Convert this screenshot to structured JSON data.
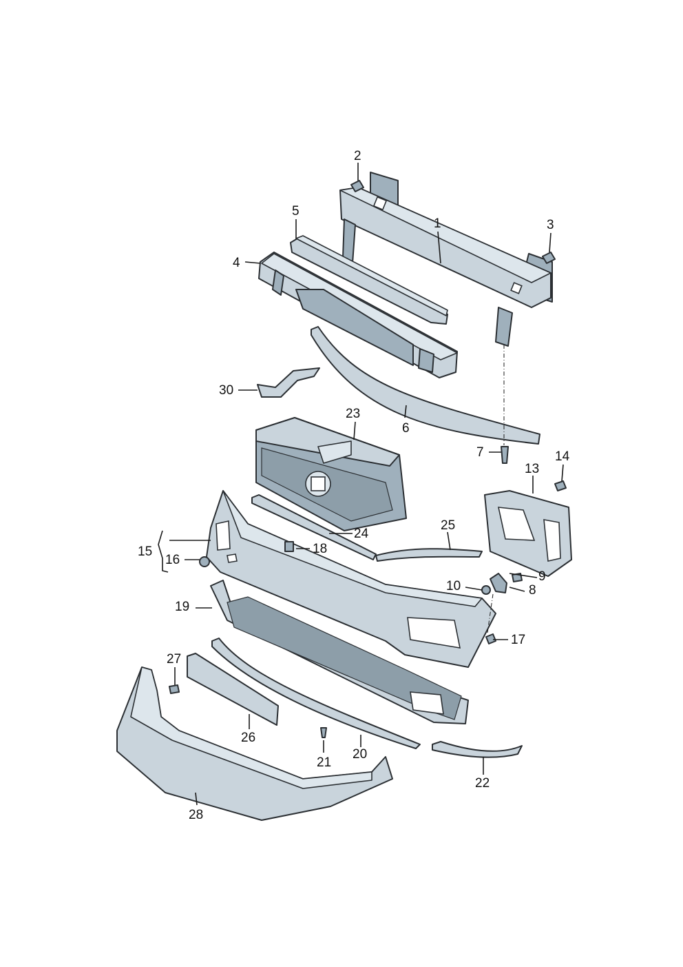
{
  "colors": {
    "part_fill": "#c9d4dc",
    "part_shade": "#9fb0bc",
    "outline": "#2b2f33",
    "background": "#ffffff"
  },
  "callouts": [
    {
      "id": "c1",
      "label": "1"
    },
    {
      "id": "c2",
      "label": "2"
    },
    {
      "id": "c3",
      "label": "3"
    },
    {
      "id": "c4",
      "label": "4"
    },
    {
      "id": "c5",
      "label": "5"
    },
    {
      "id": "c6",
      "label": "6"
    },
    {
      "id": "c7",
      "label": "7"
    },
    {
      "id": "c8",
      "label": "8"
    },
    {
      "id": "c9",
      "label": "9"
    },
    {
      "id": "c10",
      "label": "10"
    },
    {
      "id": "c13",
      "label": "13"
    },
    {
      "id": "c14",
      "label": "14"
    },
    {
      "id": "c15",
      "label": "15"
    },
    {
      "id": "c16",
      "label": "16"
    },
    {
      "id": "c17",
      "label": "17"
    },
    {
      "id": "c18",
      "label": "18"
    },
    {
      "id": "c19",
      "label": "19"
    },
    {
      "id": "c20",
      "label": "20"
    },
    {
      "id": "c21",
      "label": "21"
    },
    {
      "id": "c22",
      "label": "22"
    },
    {
      "id": "c23",
      "label": "23"
    },
    {
      "id": "c24",
      "label": "24"
    },
    {
      "id": "c25",
      "label": "25"
    },
    {
      "id": "c26",
      "label": "26"
    },
    {
      "id": "c27",
      "label": "27"
    },
    {
      "id": "c28",
      "label": "28"
    },
    {
      "id": "c30",
      "label": "30"
    }
  ]
}
